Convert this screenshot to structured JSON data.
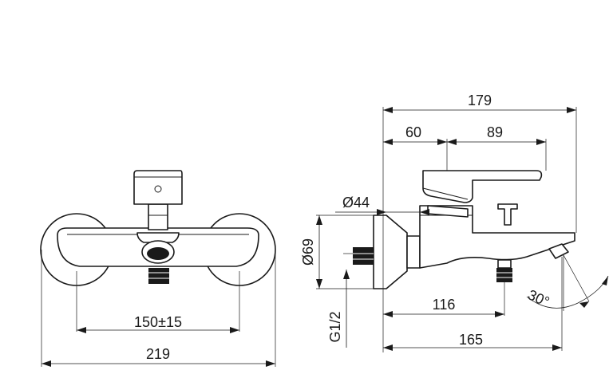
{
  "dimensions": {
    "front_total_width": "219",
    "front_center_distance": "150±15",
    "side_total_length": "179",
    "side_body_depth": "60",
    "side_handle_length": "89",
    "side_escutcheon_diameter": "Ø44",
    "side_cover_diameter": "Ø69",
    "side_thread": "G1/2",
    "side_outlet_distance": "116",
    "side_spout_length": "165",
    "side_spout_angle": "30°"
  }
}
